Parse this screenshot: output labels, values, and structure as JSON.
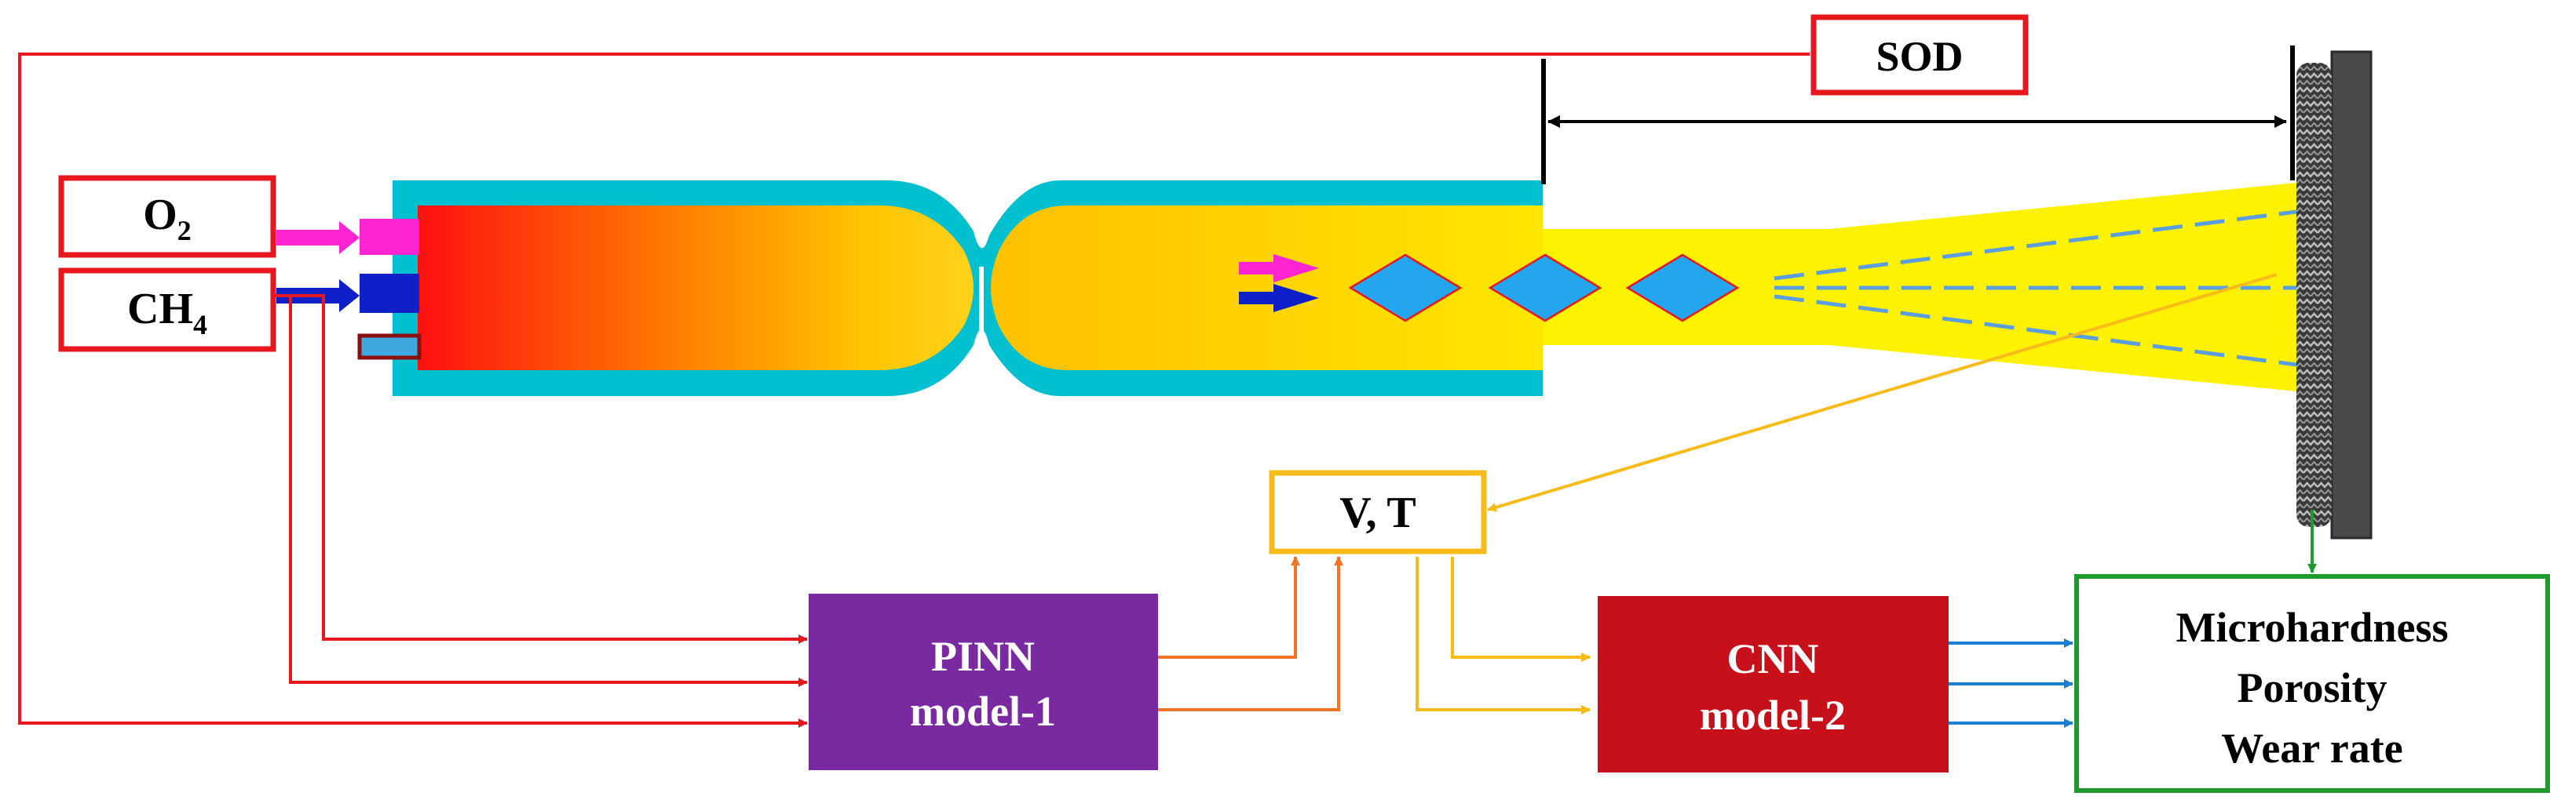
{
  "inputs": {
    "o2": {
      "text": "O",
      "sub": "2"
    },
    "ch4": {
      "text": "CH",
      "sub": "4"
    }
  },
  "sod": {
    "label": "SOD"
  },
  "vt": {
    "label": "V, T"
  },
  "pinn": {
    "line1": "PINN",
    "line2": "model-1"
  },
  "cnn": {
    "line1": "CNN",
    "line2": "model-2"
  },
  "outputs": {
    "line1": "Microhardness",
    "line2": "Porosity",
    "line3": "Wear rate"
  },
  "colors": {
    "red": "#e8171d",
    "orange": "#f07424",
    "gold": "#f8bb1a",
    "blue": "#1a7fd0",
    "green": "#1f9a2e",
    "magenta": "#ff24d2",
    "navy": "#1020c8",
    "cyan": "#00c0d0",
    "yellow": "#fff200",
    "purple": "#7a2aa0",
    "crimson": "#c8101a"
  }
}
